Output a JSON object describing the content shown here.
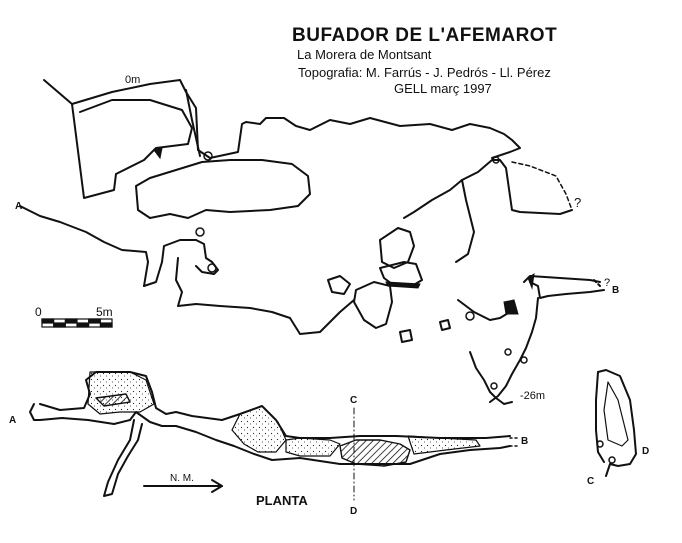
{
  "title": "BUFADOR DE  L'AFEMAROT",
  "location": "La Morera de Montsant",
  "survey": "Topografia: M. Farrús - J. Pedrós - Ll. Pérez",
  "club_date": "GELL  març   1997",
  "labels": {
    "depth_top": "0m",
    "depth_bottom": "-26m",
    "point_a_section": "A",
    "point_b_section": "B",
    "point_a_plan": "A",
    "point_b_plan": "B",
    "point_c_plan": "C",
    "point_d_plan": "D",
    "point_c_cross": "C",
    "point_d_cross": "D",
    "question_1": "?",
    "question_2": "?",
    "magnetic_north": "N. M.",
    "plan_view": "PLANTA"
  },
  "scale_bar": {
    "start_label": "0",
    "end_label": "5m",
    "segments": 6
  },
  "colors": {
    "ink": "#111111",
    "paper": "#ffffff"
  }
}
